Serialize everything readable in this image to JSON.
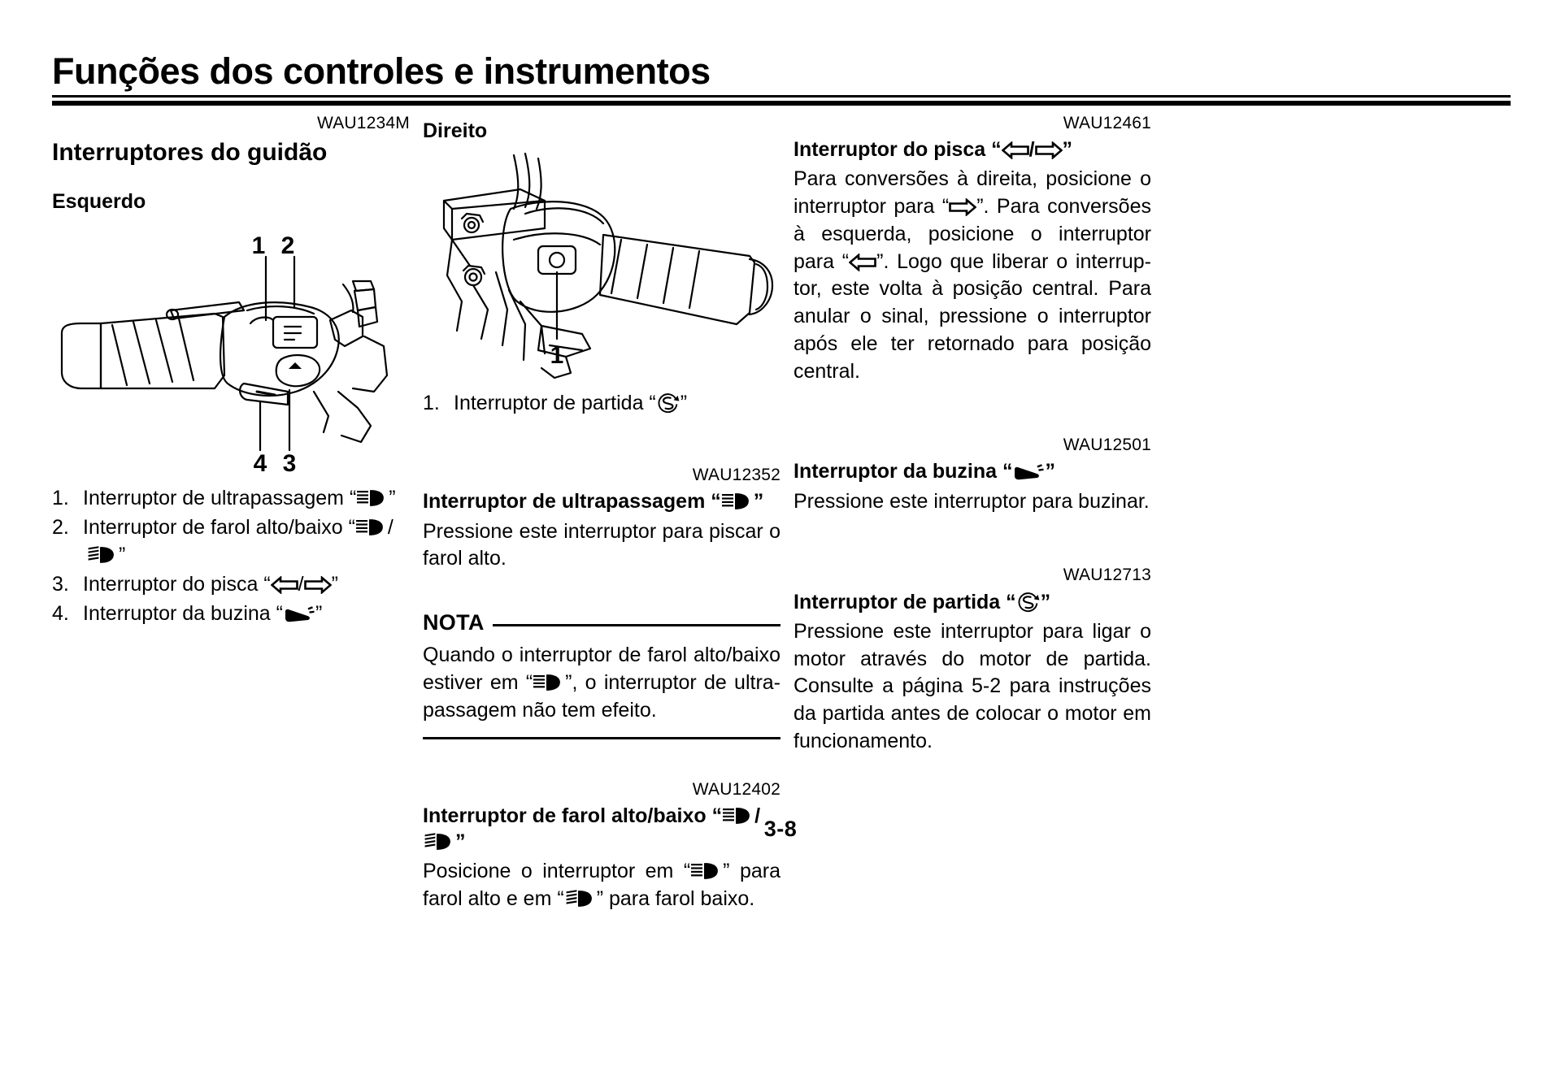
{
  "page": {
    "title": "Funções dos controles e instrumentos",
    "folio": "3-8"
  },
  "left_column": {
    "wau": "WAU1234M",
    "section_title": "Interruptores do guidão",
    "subheading": "Esquerdo",
    "figure": {
      "name": "left-handlebar-switch-illustration",
      "callouts": [
        "1",
        "2",
        "4",
        "3"
      ]
    },
    "legend": [
      {
        "num": "1.",
        "text_before": "Interruptor de ultrapassagem “",
        "icon": "headlight-high-beam-flash-icon",
        "text_after": "”"
      },
      {
        "num": "2.",
        "text_before": "Interruptor de farol alto/baixo “",
        "icon": "headlight-high-beam-icon",
        "mid": "/",
        "icon2": "headlight-low-beam-icon",
        "text_after": "”"
      },
      {
        "num": "3.",
        "text_before": "Interruptor do pisca “",
        "icon": "turn-signal-left-icon",
        "mid": "/",
        "icon2": "turn-signal-right-icon",
        "text_after": "”"
      },
      {
        "num": "4.",
        "text_before": "Interruptor da buzina “",
        "icon": "horn-icon",
        "text_after": "”"
      }
    ]
  },
  "middle_column": {
    "subheading": "Direito",
    "figure": {
      "name": "right-handlebar-switch-illustration",
      "callouts": [
        "1"
      ]
    },
    "legend": [
      {
        "num": "1.",
        "text_before": "Interruptor de partida “",
        "icon": "start-switch-icon",
        "text_after": "”"
      }
    ],
    "pass_switch": {
      "wau": "WAU12352",
      "heading_before": "Interruptor de ultrapassagem “",
      "heading_icon": "headlight-high-beam-flash-icon",
      "heading_after": "”",
      "body": "Pressione este interruptor para piscar o farol alto."
    },
    "note": {
      "label": "NOTA",
      "body_part1": "Quando o interruptor de farol alto/baixo estiver em “",
      "body_icon": "headlight-high-beam-icon",
      "body_part2": "”, o interruptor de ultra-passagem não tem efeito."
    },
    "dimmer_switch": {
      "wau": "WAU12402",
      "heading_before": "Interruptor de farol alto/baixo “",
      "heading_icon": "headlight-high-beam-icon",
      "heading_mid": "/",
      "heading_icon2": "headlight-low-beam-icon",
      "heading_after": "”",
      "body_part1": "Posicione o interruptor em “",
      "body_icon": "headlight-high-beam-icon",
      "body_part2": "” para farol alto e em “",
      "body_icon2": "headlight-low-beam-icon",
      "body_part3": "” para farol baixo."
    }
  },
  "right_column": {
    "turn_signal": {
      "wau": "WAU12461",
      "heading_before": "Interruptor do pisca “",
      "heading_icon": "turn-signal-left-icon",
      "heading_mid": "/",
      "heading_icon2": "turn-signal-right-icon",
      "heading_after": "”",
      "body_part1": "Para conversões à direita, posicione o interruptor para “",
      "body_icon": "turn-signal-right-icon",
      "body_part2": "”. Para conversões à esquerda, posicione o interruptor para “",
      "body_icon2": "turn-signal-left-icon",
      "body_part3": "”. Logo que liberar o interrup-tor, este volta à posição central. Para anular o sinal, pressione o interruptor após ele ter retornado para posição central."
    },
    "horn": {
      "wau": "WAU12501",
      "heading_before": "Interruptor da buzina “",
      "heading_icon": "horn-icon",
      "heading_after": "”",
      "body": "Pressione este interruptor para buzinar."
    },
    "start": {
      "wau": "WAU12713",
      "heading_before": "Interruptor de partida “",
      "heading_icon": "start-switch-icon",
      "heading_after": "”",
      "body": "Pressione este interruptor para ligar o motor através do motor de partida. Consulte a página 5-2 para instruções da partida antes de colocar o motor em funcionamento."
    }
  },
  "colors": {
    "ink": "#000000",
    "paper": "#ffffff"
  }
}
